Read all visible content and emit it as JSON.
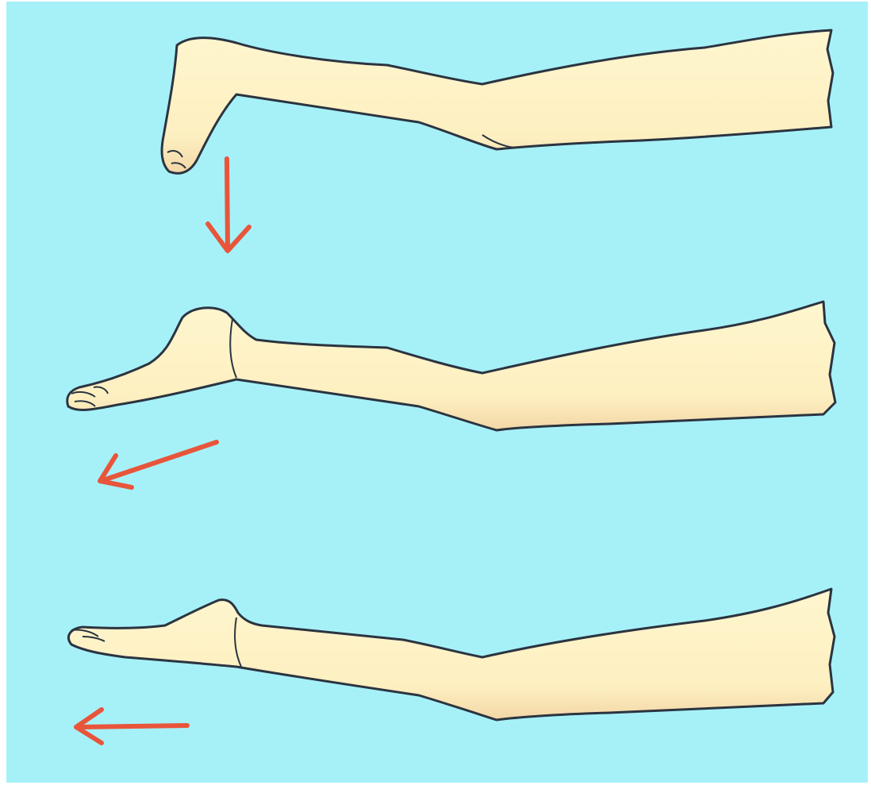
{
  "illustration": {
    "colors": {
      "background": "#a6f1f8",
      "border": "#ffffff",
      "skin": "#fdf0c2",
      "skin_shadow": "#f4d8a8",
      "outline": "#2b3440",
      "arrow": "#e8553a"
    },
    "panels": [
      {
        "pose": "hand-flexed-down",
        "arrow": "arrow-down-icon"
      },
      {
        "pose": "hand-extending",
        "arrow": "arrow-down-left-icon"
      },
      {
        "pose": "hand-straight",
        "arrow": "arrow-left-icon"
      }
    ]
  }
}
